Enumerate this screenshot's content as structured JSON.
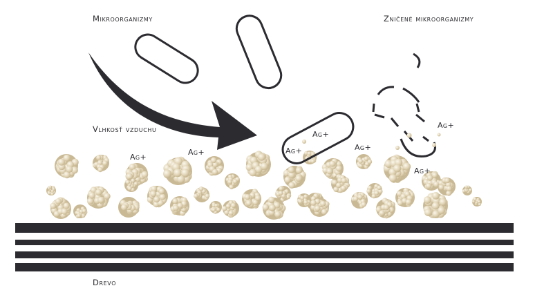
{
  "labels": {
    "microorganisms": "Mikroorganizmy",
    "destroyed_microorganisms": "Zničené mikroorganizmy",
    "air_humidity": "Vlhkosť vzduchu",
    "wood": "Drevo"
  },
  "ions": [
    "Ag+",
    "Ag+",
    "Ag+",
    "Ag+",
    "Ag+",
    "Ag+",
    "Ag+"
  ],
  "colors": {
    "ink": "#2b2b30",
    "particle": "#e3d7bb",
    "particle_highlight": "#f4eedf",
    "particle_shadow": "#c9b995"
  }
}
